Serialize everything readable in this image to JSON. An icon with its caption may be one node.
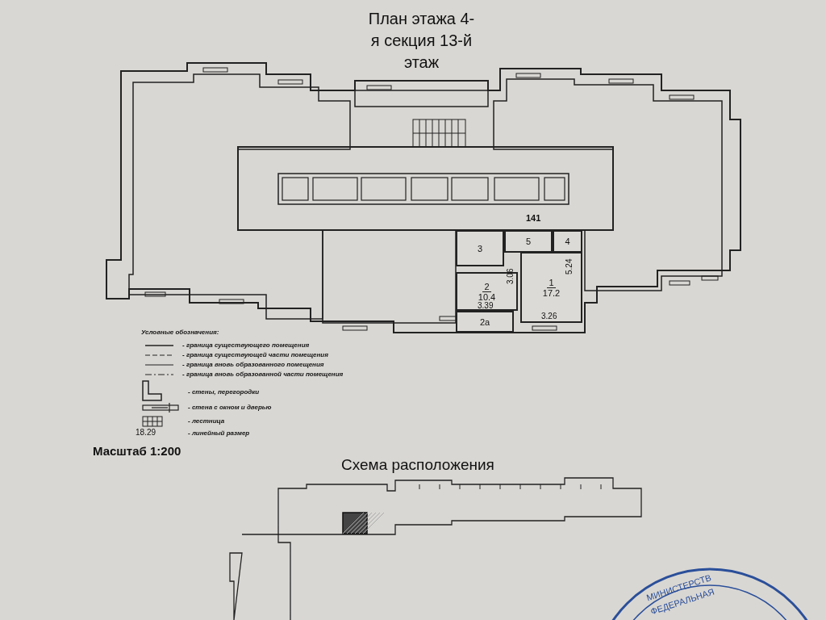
{
  "diagram": {
    "title": "План этажа 4-я секция 13-й этаж",
    "nodes": [
      {
        "text": [
          "3"
        ]
      },
      {
        "text": [
          "5"
        ]
      },
      {
        "text": [
          "4"
        ]
      },
      {
        "text": [
          "2",
          "10.4"
        ]
      },
      {
        "text": [
          "1",
          "17.2"
        ]
      },
      {
        "text": [
          "2а"
        ]
      }
    ],
    "edges": [],
    "labels": [
      "141",
      "3.06",
      "5.24",
      "3.39",
      "3.26",
      "Условные обозначения:",
      "18.29",
      "Масштаб 1:200",
      "Схема расположения",
      "МИНИСТЕРСТВ",
      "ФЕДЕРАЛЬНАЯ"
    ],
    "legend": [
      {
        "text": "- граница существующего помещения"
      },
      {
        "text": "- граница существующей части помещения"
      },
      {
        "text": "- граница вновь образованного помещения"
      },
      {
        "text": "- граница вновь образованной части помещения"
      },
      {
        "text": "- стены, перегородки"
      },
      {
        "text": "- стена с окном и дверью"
      },
      {
        "text": "- лестница"
      },
      {
        "text": "- линейный размер"
      }
    ]
  }
}
